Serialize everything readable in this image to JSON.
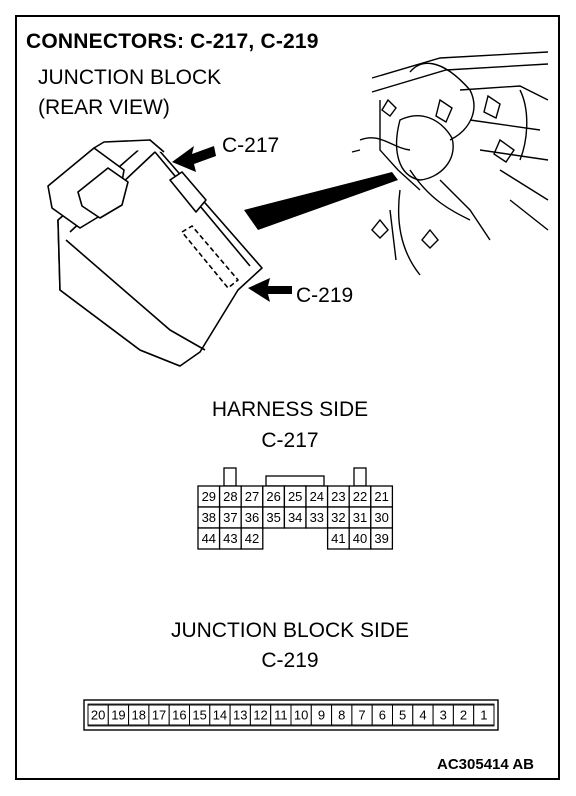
{
  "title": "CONNECTORS: C-217, C-219",
  "subtitle": [
    "JUNCTION BLOCK",
    "(REAR VIEW)"
  ],
  "callouts": {
    "c217": "C-217",
    "c219": "C-219"
  },
  "harness": {
    "heading": "HARNESS SIDE",
    "connector": "C-217"
  },
  "junction": {
    "heading": "JUNCTION BLOCK SIDE",
    "connector": "C-219"
  },
  "c217_pins": {
    "row1": [
      "29",
      "28",
      "27",
      "26",
      "25",
      "24",
      "23",
      "22",
      "21"
    ],
    "row2": [
      "38",
      "37",
      "36",
      "35",
      "34",
      "33",
      "32",
      "31",
      "30"
    ],
    "row3_left": [
      "44",
      "43",
      "42"
    ],
    "row3_right": [
      "41",
      "40",
      "39"
    ]
  },
  "c219_pins": [
    "20",
    "19",
    "18",
    "17",
    "16",
    "15",
    "14",
    "13",
    "12",
    "11",
    "10",
    "9",
    "8",
    "7",
    "6",
    "5",
    "4",
    "3",
    "2",
    "1"
  ],
  "figure_id": "AC305414 AB"
}
